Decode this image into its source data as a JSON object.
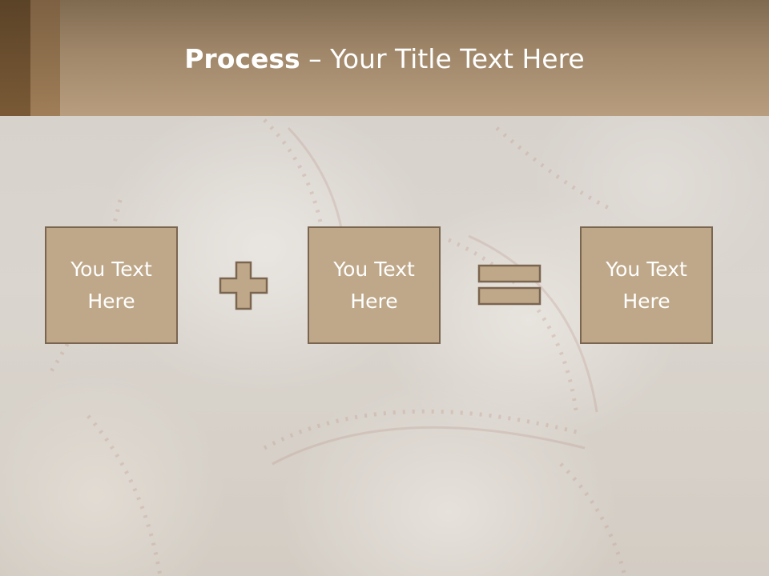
{
  "slide": {
    "title_bold": "Process",
    "title_rest": " – Your Title Text Here"
  },
  "process": {
    "boxes": [
      {
        "text": "You Text Here"
      },
      {
        "text": "You Text Here"
      },
      {
        "text": "You Text Here"
      }
    ],
    "operators": [
      {
        "icon": "plus-icon"
      },
      {
        "icon": "equals-icon"
      }
    ]
  },
  "colors": {
    "header": "#b89e7e",
    "box_fill": "#bfa889",
    "box_border": "#7a6550",
    "text": "#ffffff"
  }
}
